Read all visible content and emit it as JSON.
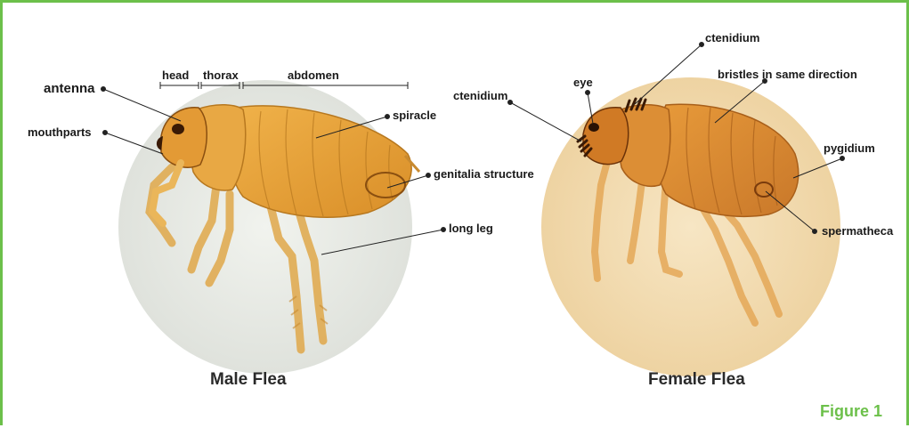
{
  "figure_label": "Figure 1",
  "colors": {
    "border": "#6cc04a",
    "male_bg": "#e9ebe6",
    "female_bg": "#f3dfb8",
    "flea_body": "#e6a53a",
    "flea_dark": "#7a3b0c"
  },
  "male": {
    "caption": "Male Flea",
    "labels": {
      "head": "head",
      "thorax": "thorax",
      "abdomen": "abdomen",
      "antenna": "antenna",
      "mouthparts": "mouthparts",
      "spiracle": "spiracle",
      "genitalia": "genitalia structure",
      "long_leg": "long leg"
    }
  },
  "female": {
    "caption": "Female Flea",
    "labels": {
      "ctenidium_top": "ctenidium",
      "bristles": "bristles in same direction",
      "ctenidium_left": "ctenidium",
      "eye": "eye",
      "pygidium": "pygidium",
      "spermatheca": "spermatheca"
    }
  }
}
